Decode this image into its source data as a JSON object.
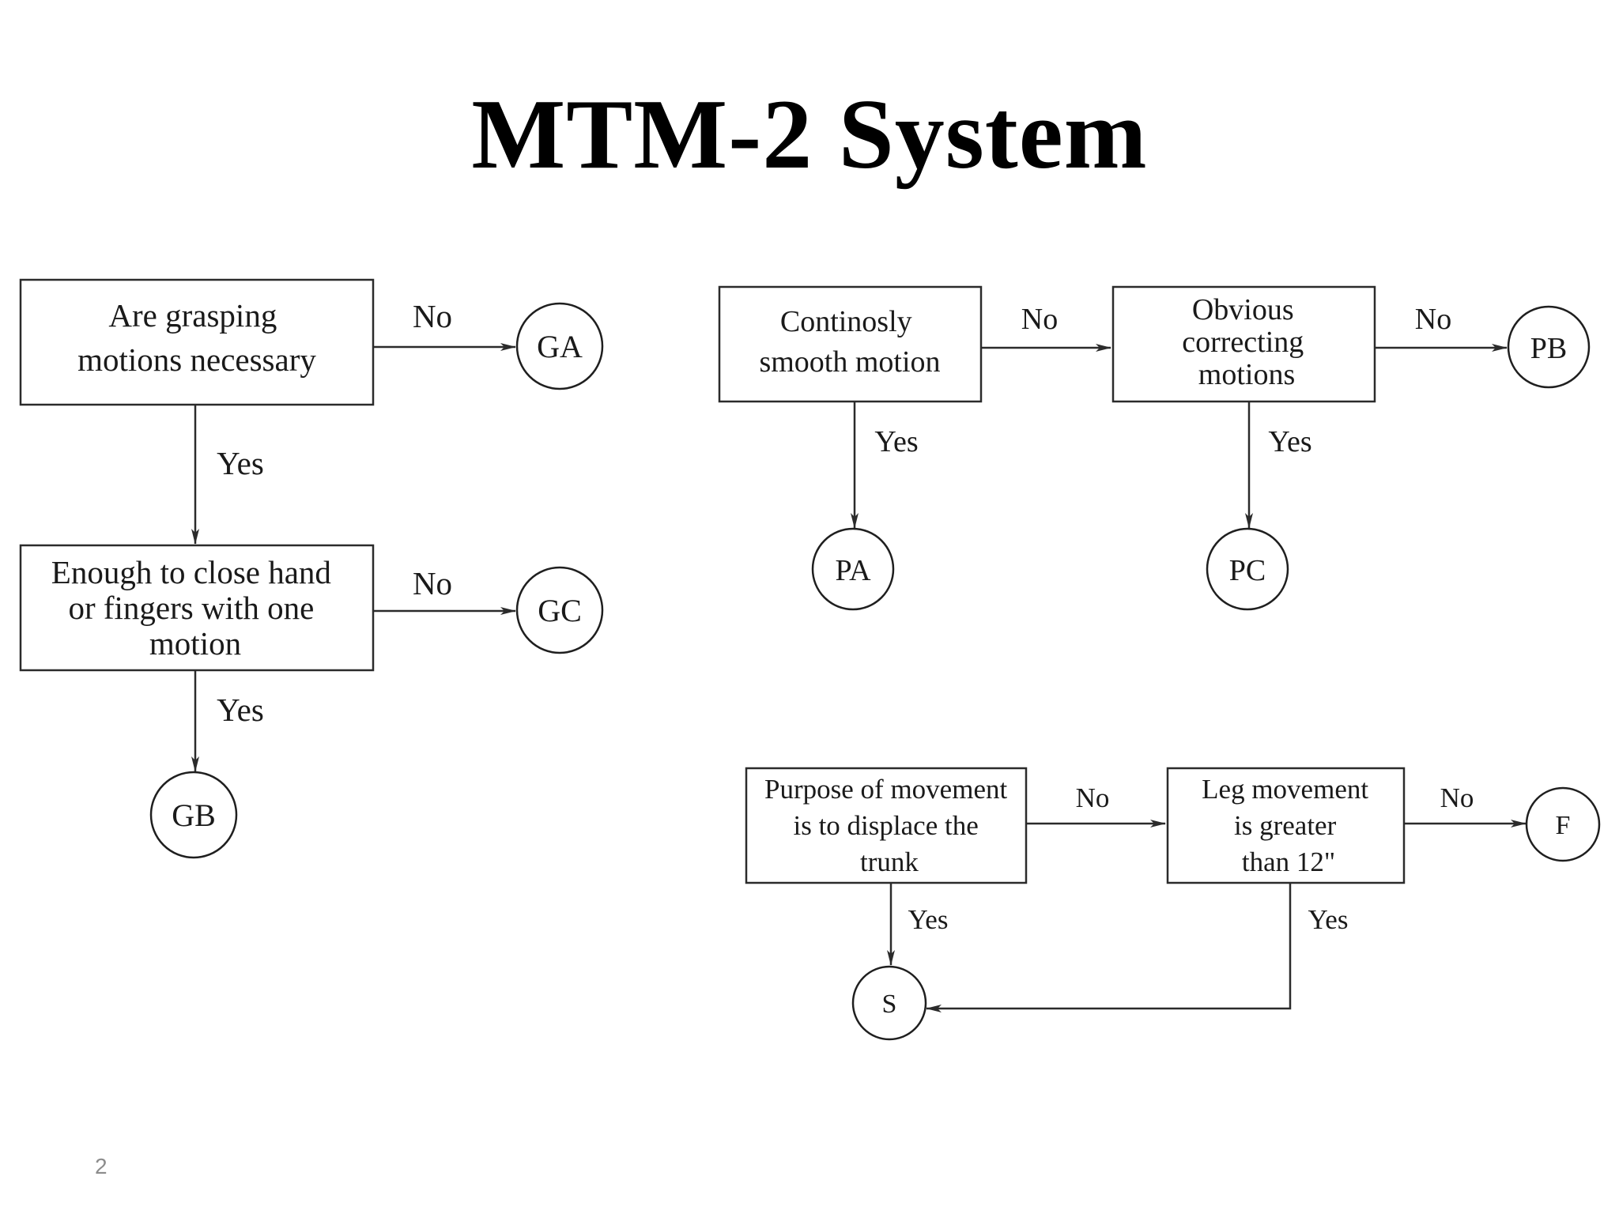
{
  "slide": {
    "title": "MTM-2 System",
    "page_number": "2"
  },
  "colors": {
    "background": "#ffffff",
    "line": "#2b2b2b",
    "text": "#1a1a1a",
    "page_number": "#8c8c8c"
  },
  "grasp": {
    "q1": [
      "Are grasping",
      "motions necessary"
    ],
    "q2": [
      "Enough to close hand",
      "or fingers with one",
      "motion"
    ],
    "no1": "No",
    "yes1": "Yes",
    "no2": "No",
    "yes2": "Yes",
    "ga": "GA",
    "gc": "GC",
    "gb": "GB"
  },
  "put": {
    "q1": [
      "Continosly",
      "smooth motion"
    ],
    "q2": [
      "Obvious",
      "correcting",
      "motions"
    ],
    "no1": "No",
    "yes1": "Yes",
    "no2": "No",
    "yes2": "Yes",
    "pa": "PA",
    "pb": "PB",
    "pc": "PC"
  },
  "step": {
    "q1": [
      "Purpose of movement",
      "is to displace the",
      "trunk"
    ],
    "q2": [
      "Leg movement",
      "is greater",
      "than 12\""
    ],
    "no1": "No",
    "yes1": "Yes",
    "no2": "No",
    "yes2": "Yes",
    "s": "S",
    "f": "F"
  }
}
